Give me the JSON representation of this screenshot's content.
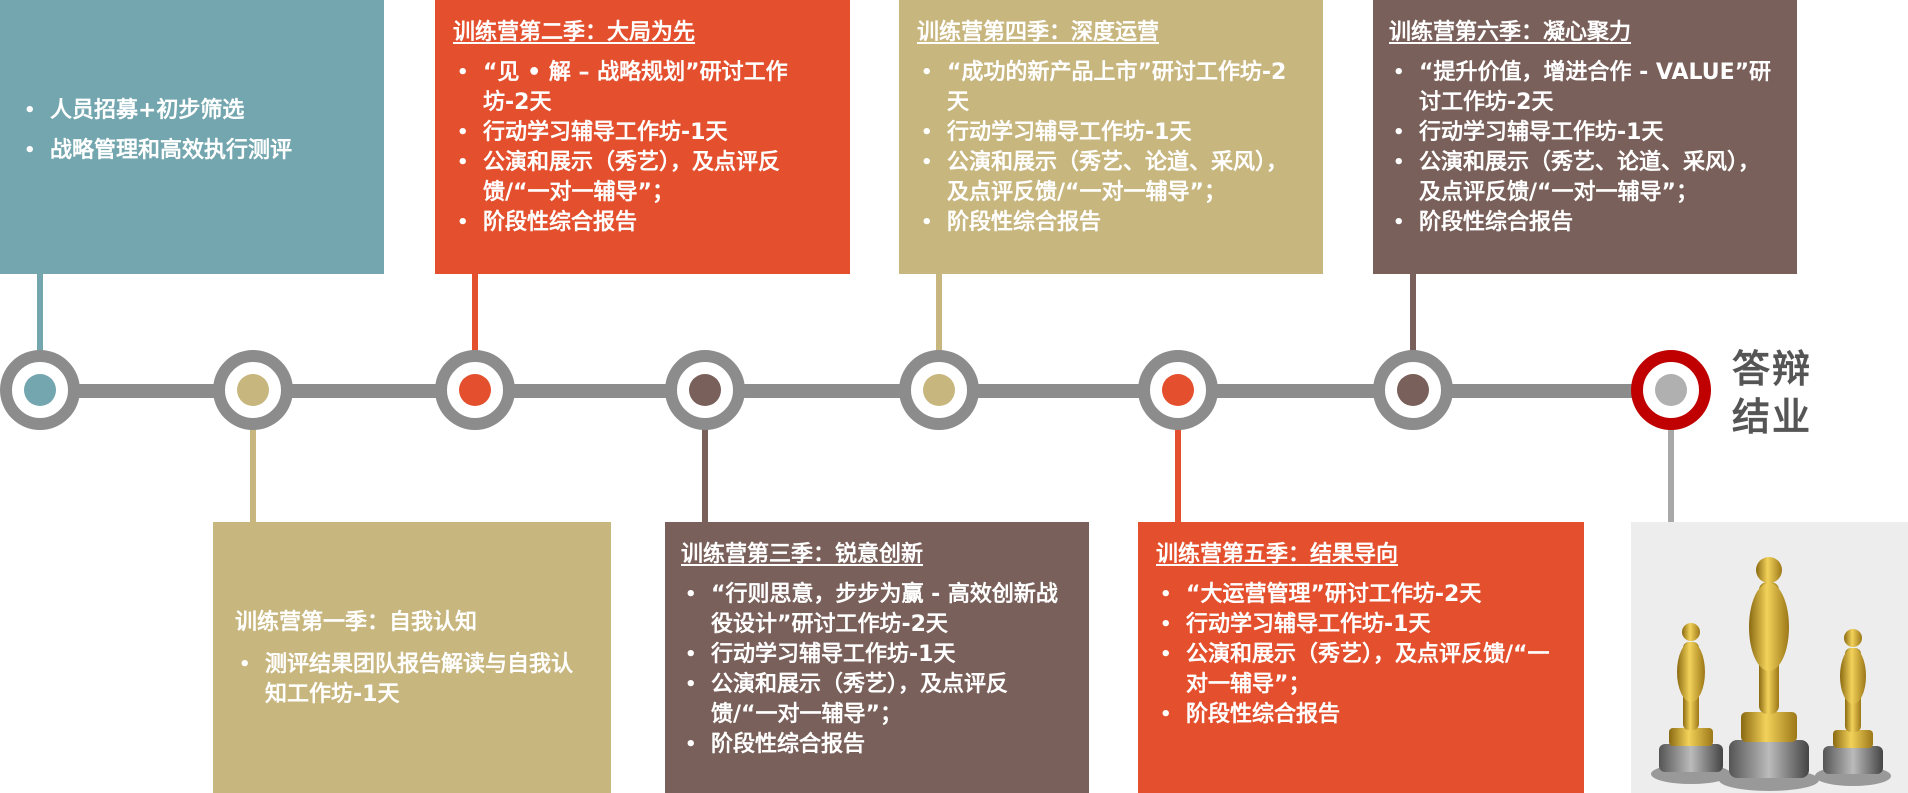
{
  "colors": {
    "teal": "#73a6ae",
    "tan": "#c8b67f",
    "orange": "#e4502e",
    "brown": "#79605a",
    "line": "#8c8c8c",
    "final": "#c00000"
  },
  "boxes": {
    "b0": {
      "items": [
        "人员招募+初步筛选",
        "战略管理和高效执行测评"
      ]
    },
    "b1": {
      "title": "训练营第一季：自我认知",
      "items": [
        "测评结果团队报告解读与自我认知工作坊-1天"
      ]
    },
    "b2": {
      "title": "训练营第二季：大局为先",
      "items": [
        "“见 • 解 – 战略规划”研讨工作坊-2天",
        "行动学习辅导工作坊-1天",
        "公演和展示（秀艺），及点评反馈/“一对一辅导”；",
        "阶段性综合报告"
      ]
    },
    "b3": {
      "title": "训练营第三季：锐意创新",
      "items": [
        "“行则思意，步步为赢 - 高效创新战役设计”研讨工作坊-2天",
        "行动学习辅导工作坊-1天",
        "公演和展示（秀艺），及点评反馈/“一对一辅导”；",
        "阶段性综合报告"
      ]
    },
    "b4": {
      "title": "训练营第四季：深度运营",
      "items": [
        "“成功的新产品上市”研讨工作坊-2天",
        "行动学习辅导工作坊-1天",
        "公演和展示（秀艺、论道、采风），及点评反馈/“一对一辅导”；",
        "阶段性综合报告"
      ]
    },
    "b5": {
      "title": "训练营第五季：结果导向",
      "items": [
        "“大运营管理”研讨工作坊-2天",
        "行动学习辅导工作坊-1天",
        "公演和展示（秀艺），及点评反馈/“一对一辅导”；",
        "阶段性综合报告"
      ]
    },
    "b6": {
      "title": "训练营第六季：凝心聚力",
      "items": [
        "“提升价值，增进合作 - VALUE”研讨工作坊-2天",
        "行动学习辅导工作坊-1天",
        "公演和展示（秀艺、论道、采风），及点评反馈/“一对一辅导”；",
        "阶段性综合报告"
      ]
    }
  },
  "graduation": {
    "line1": "答辩",
    "line2": "结业"
  }
}
